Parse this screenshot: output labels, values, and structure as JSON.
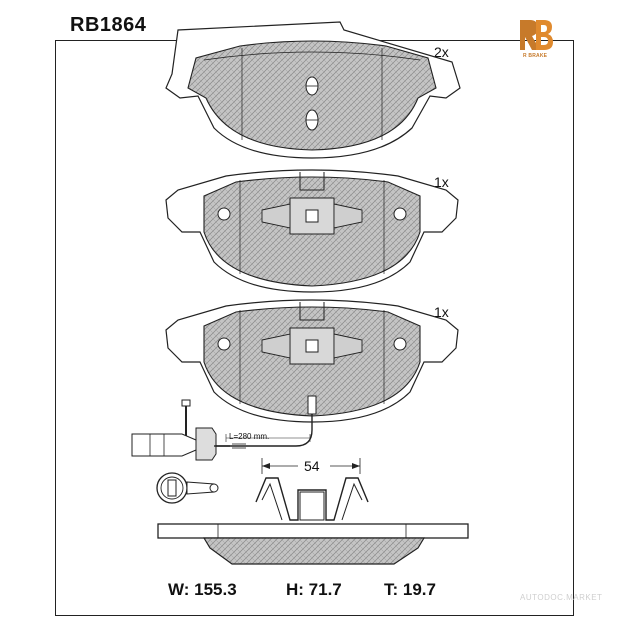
{
  "header": {
    "part_number": "RB1864"
  },
  "logo": {
    "text": "R BRAKE",
    "color": "#c77a2a",
    "icon": "rb-brake-logo"
  },
  "quantities": {
    "pad1": "2x",
    "pad2": "1x",
    "pad3": "1x"
  },
  "sensor": {
    "cable_length": "L=280 mm."
  },
  "clip": {
    "width": "54"
  },
  "dimensions": {
    "width": "W: 155.3",
    "height": "H: 71.7",
    "thickness": "T: 19.7"
  },
  "watermark": {
    "text": "AUTODOC.MARKET"
  },
  "colors": {
    "pad_fill": "#bdbdbd",
    "outline": "#222222",
    "accent": "#c77a2a"
  }
}
